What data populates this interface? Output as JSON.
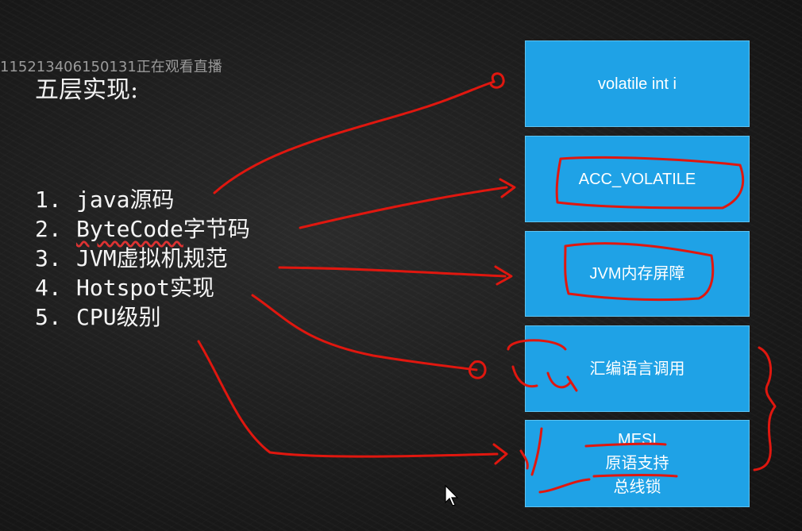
{
  "watermark": "115213406150131正在观看直播",
  "title": "五层实现:",
  "layers": [
    {
      "num": "1.",
      "text_plain": "java源码"
    },
    {
      "num": "2.",
      "text_mark": "ByteCode",
      "text_rest": "字节码"
    },
    {
      "num": "3.",
      "text_plain": "JVM虚拟机规范"
    },
    {
      "num": "4.",
      "text_plain": "Hotspot实现"
    },
    {
      "num": "5.",
      "text_plain": "CPU级别"
    }
  ],
  "boxes": [
    {
      "lines": [
        "volatile int i"
      ]
    },
    {
      "lines": [
        "ACC_VOLATILE"
      ]
    },
    {
      "lines": [
        "JVM内存屏障"
      ]
    },
    {
      "lines": [
        "汇编语言调用"
      ]
    },
    {
      "lines": [
        "MESI",
        "原语支持",
        "总线锁"
      ]
    }
  ],
  "colors": {
    "box_fill": "#1fa2e6",
    "annotation": "#e0170f",
    "background": "#1c1c1c",
    "text": "#f5f5f5"
  },
  "icons": [
    "mouse-cursor-icon"
  ]
}
